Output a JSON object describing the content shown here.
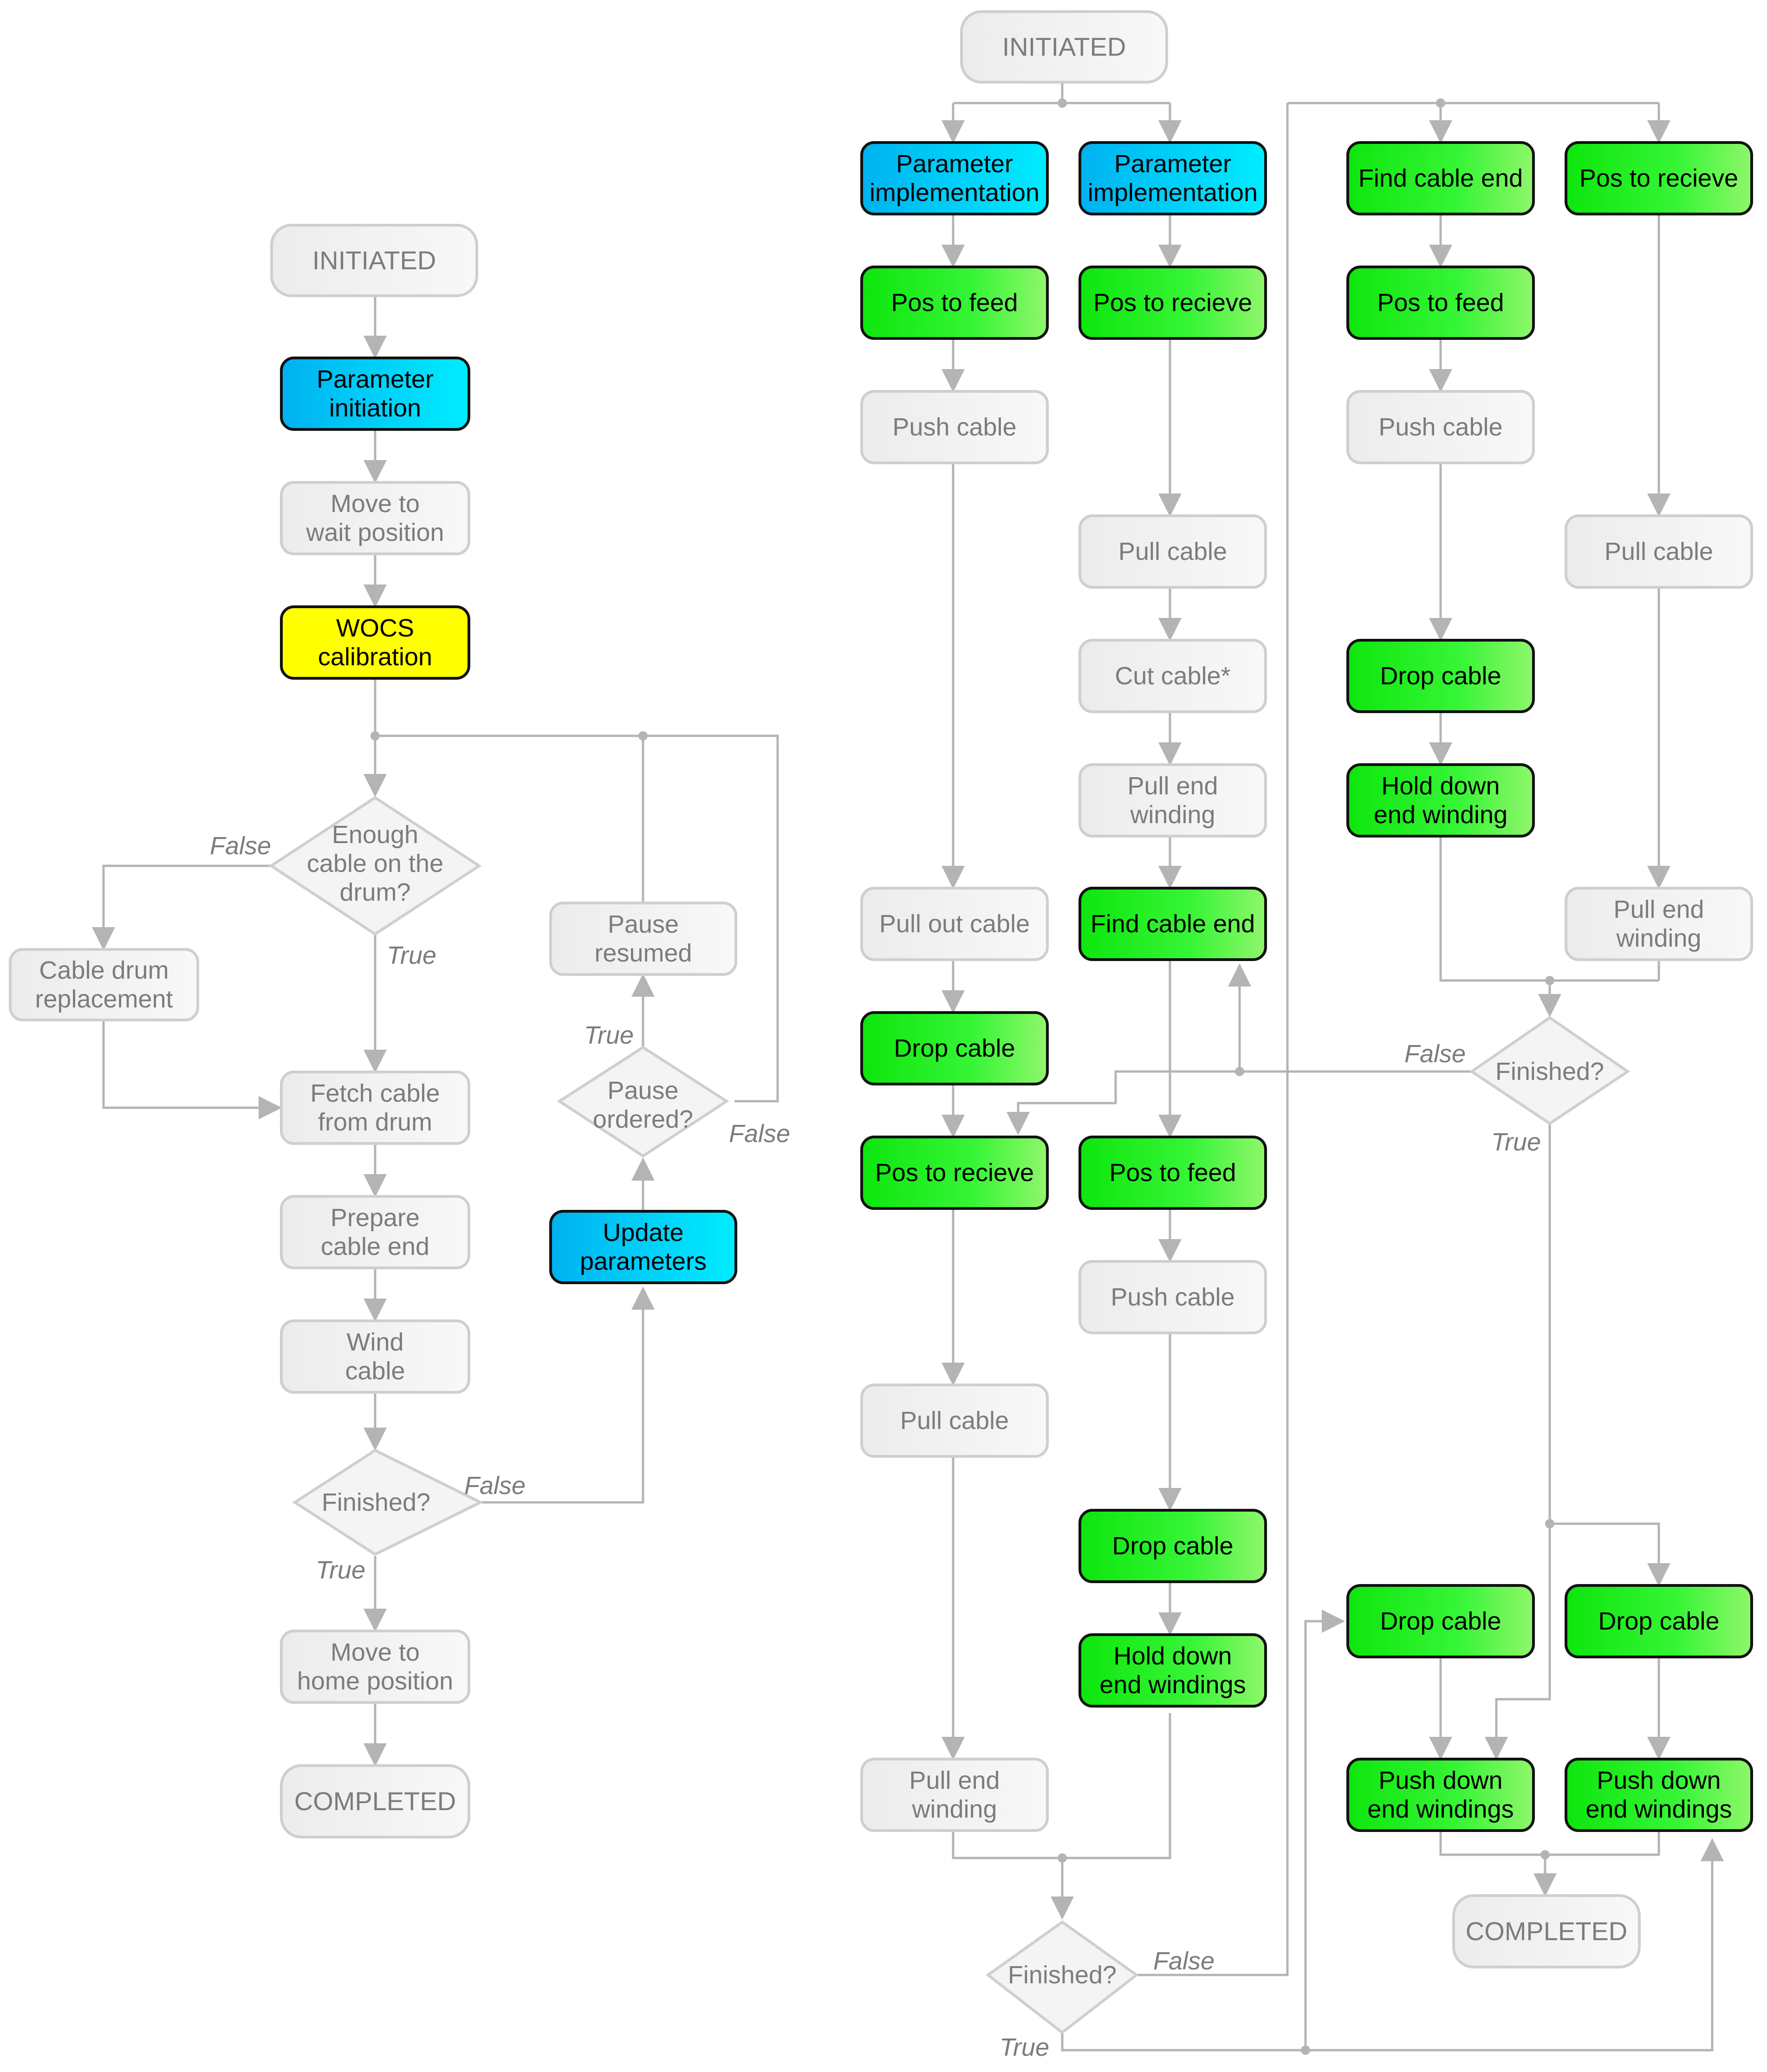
{
  "left_flow": {
    "initiated": "INITIATED",
    "parameter_initiation": "Parameter\ninitiation",
    "move_to_wait": "Move to\nwait position",
    "wocs_calibration": "WOCS\ncalibration",
    "enough_cable": "Enough\ncable on the\ndrum?",
    "cable_drum_replacement": "Cable drum\nreplacement",
    "fetch_cable": "Fetch cable\nfrom drum",
    "prepare_cable_end": "Prepare\ncable end",
    "wind_cable": "Wind\ncable",
    "finished": "Finished?",
    "move_to_home": "Move to\nhome position",
    "completed": "COMPLETED",
    "pause_resumed": "Pause\nresumed",
    "pause_ordered": "Pause\nordered?",
    "update_parameters": "Update\nparameters",
    "labels": {
      "false_enough": "False",
      "true_enough": "True",
      "true_pause": "True",
      "false_pause": "False",
      "false_finished": "False",
      "true_finished": "True"
    }
  },
  "right_flow": {
    "initiated": "INITIATED",
    "param_impl_1": "Parameter\nimplementation",
    "param_impl_2": "Parameter\nimplementation",
    "col1": [
      "Pos to feed",
      "Push cable",
      "Pull out cable",
      "Drop cable",
      "Pos to recieve",
      "Pull cable",
      "Pull end\nwinding"
    ],
    "col2": [
      "Pos to recieve",
      "Pull cable",
      "Cut cable*",
      "Pull end\nwinding",
      "Find cable end",
      "Pos to feed",
      "Push cable",
      "Drop cable",
      "Hold down\nend windings"
    ],
    "col3": [
      "Find cable end",
      "Pos to feed",
      "Push cable",
      "Drop cable",
      "Hold down\nend winding"
    ],
    "col4": [
      "Pos to recieve",
      "Pull cable",
      "Pull end\nwinding"
    ],
    "finished_mid": "Finished?",
    "finished_bottom": "Finished?",
    "drop_cable_3": "Drop cable",
    "drop_cable_4": "Drop cable",
    "push_down_3": "Push down\nend windings",
    "push_down_4": "Push down\nend windings",
    "completed": "COMPLETED",
    "labels": {
      "false_mid": "False",
      "true_mid": "True",
      "false_bottom": "False",
      "true_bottom": "True"
    }
  },
  "colors": {
    "grey_node": "#f2f2f2",
    "green_node": "#14f014",
    "blue_node": "#00ccff",
    "yellow_node": "#ffff00",
    "connector": "#b4b4b4"
  }
}
